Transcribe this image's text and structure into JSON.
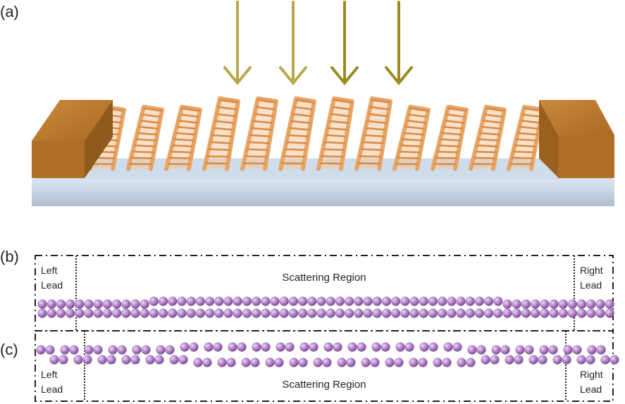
{
  "panels": {
    "a": {
      "label": "(a)"
    },
    "b": {
      "label": "(b)",
      "left_lead": [
        "Left",
        "Lead"
      ],
      "scattering": "Scattering Region",
      "right_lead": [
        "Right",
        "Lead"
      ]
    },
    "c": {
      "label": "(c)",
      "left_lead": [
        "Left",
        "Lead"
      ],
      "scattering": "Scattering Region",
      "right_lead": [
        "Right",
        "Lead"
      ]
    }
  },
  "colors": {
    "arrow": "#a8962e",
    "electrode": "#b8732a",
    "substrate": "#c9d8e8",
    "ribbon": "#e8a463",
    "atom": "#b98ccf"
  }
}
